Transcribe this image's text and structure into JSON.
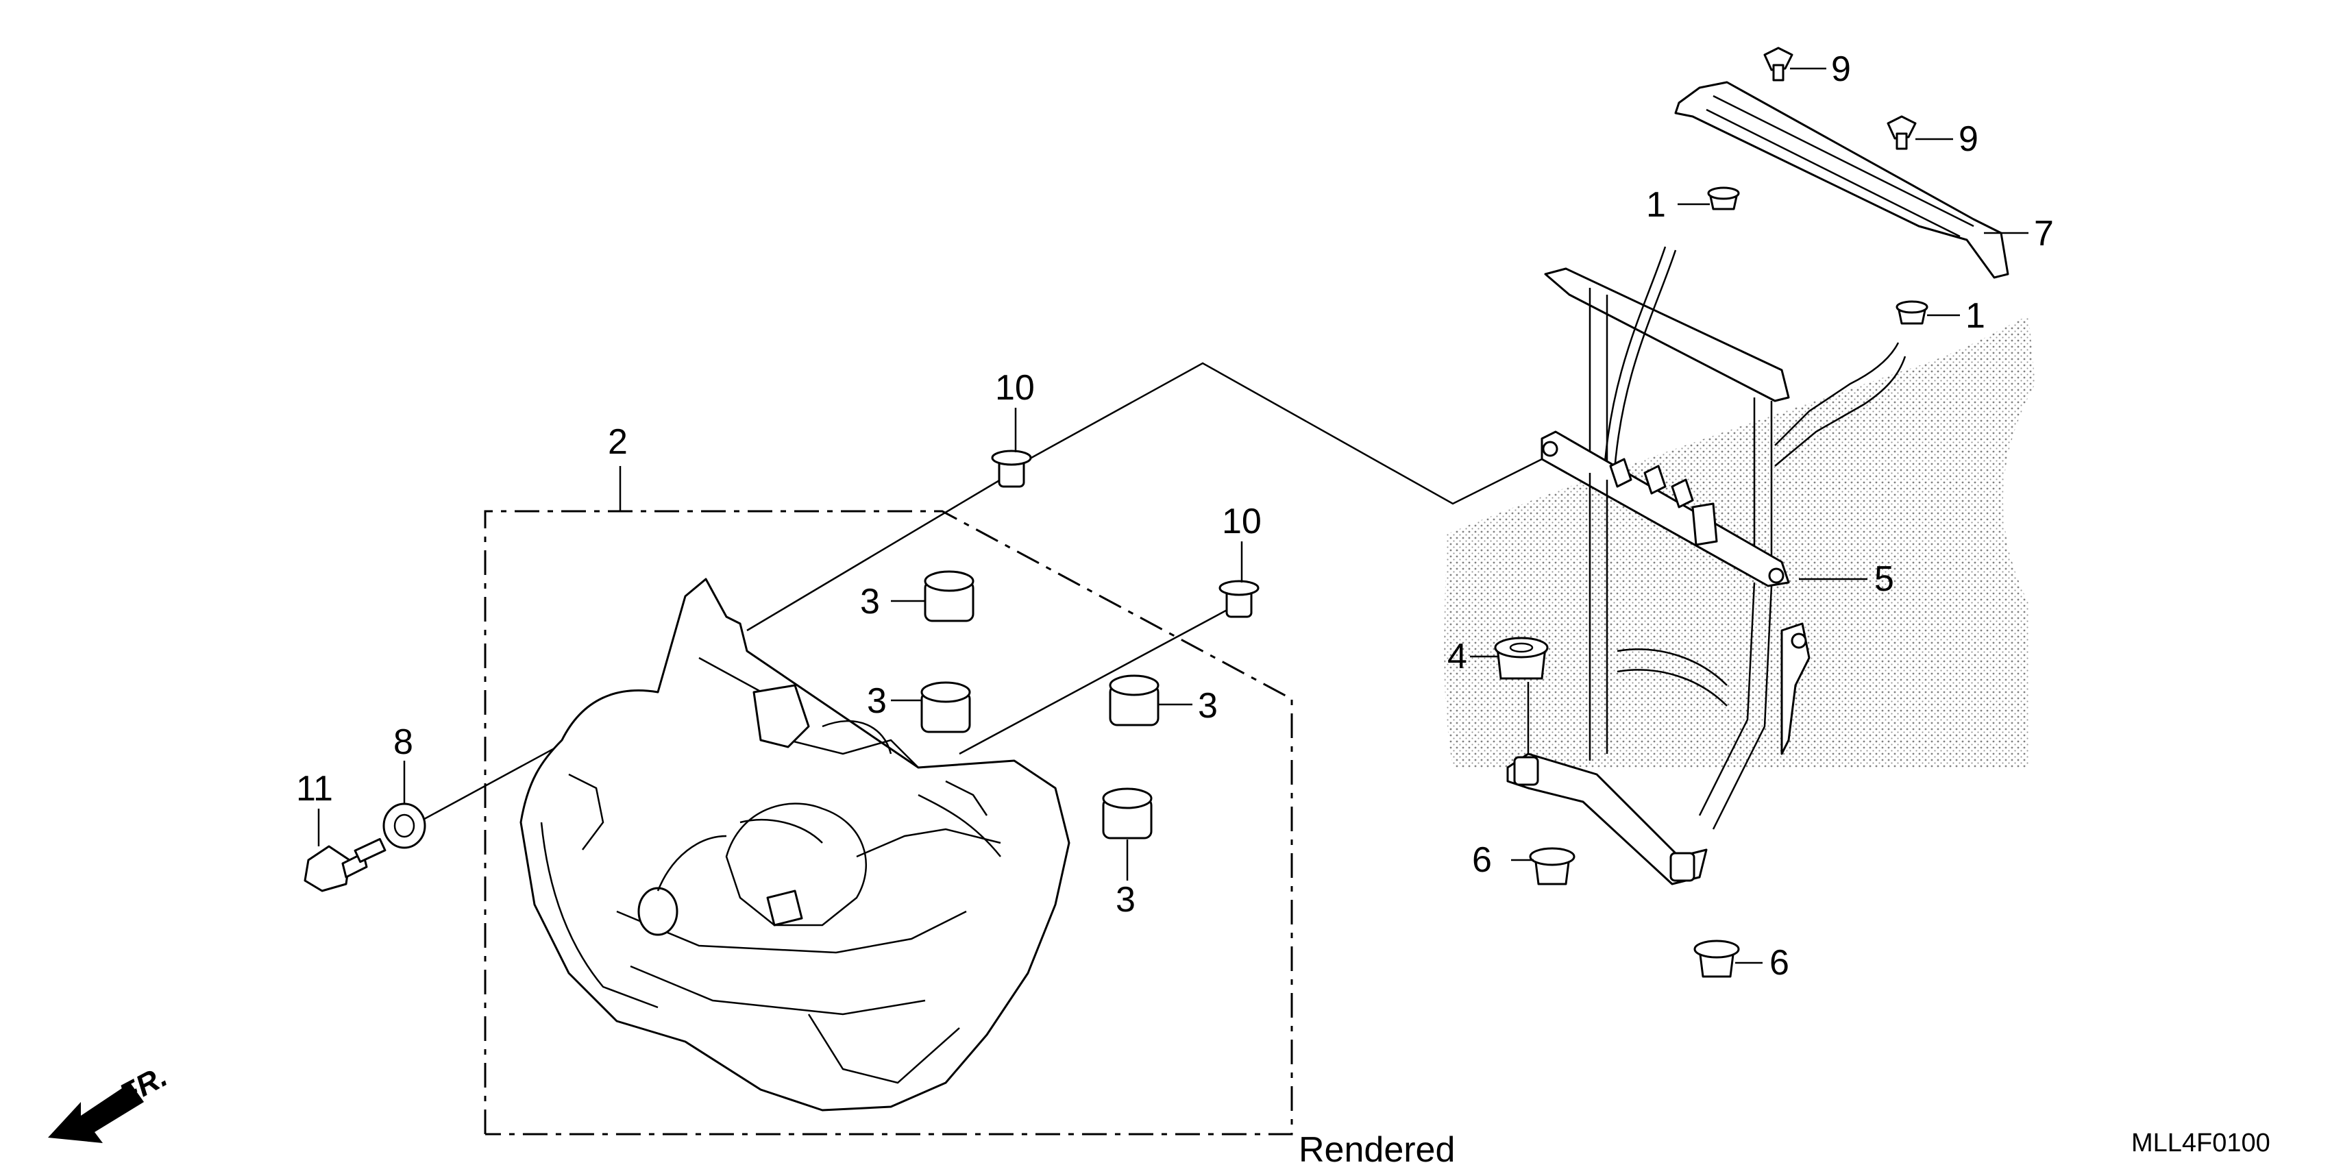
{
  "callouts": {
    "c1a": "1",
    "c1b": "1",
    "c2": "2",
    "c3a": "3",
    "c3b": "3",
    "c3c": "3",
    "c3d": "3",
    "c4": "4",
    "c5": "5",
    "c6a": "6",
    "c6b": "6",
    "c7": "7",
    "c8": "8",
    "c9a": "9",
    "c9b": "9",
    "c10a": "10",
    "c10b": "10",
    "c11": "11"
  },
  "direction_label": "FR.",
  "caption": "Rendered",
  "diagram_code": "MLL4F0100"
}
